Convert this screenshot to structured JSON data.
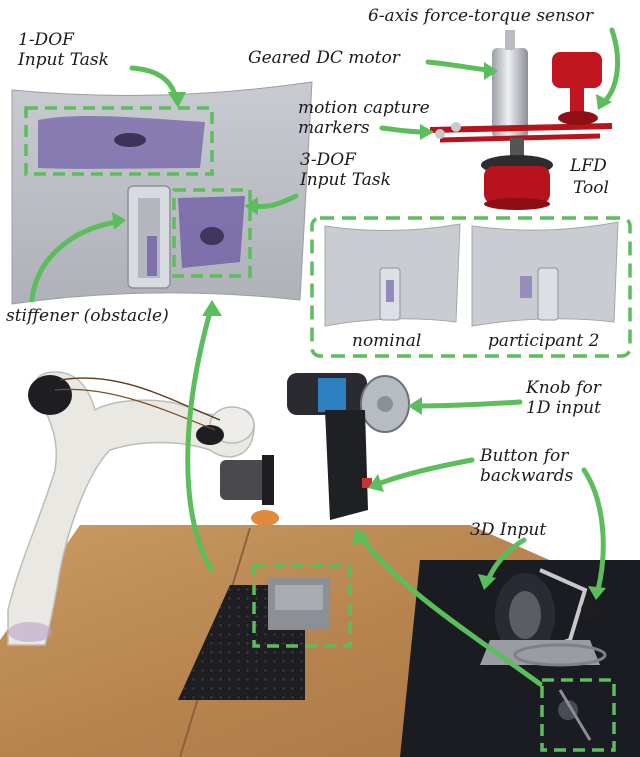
{
  "labels": {
    "one_dof_task": [
      "1-DOF",
      "Input Task"
    ],
    "three_dof_task": [
      "3-DOF",
      "Input Task"
    ],
    "force_torque_sensor": "6-axis force-torque sensor",
    "geared_motor": "Geared DC motor",
    "mocap_markers": [
      "motion capture",
      "markers"
    ],
    "lfd_tool": [
      "LFD",
      "Tool"
    ],
    "stiffener": "stiffener (obstacle)",
    "nominal": "nominal",
    "participant": "participant 2",
    "knob": [
      "Knob for",
      "1D input"
    ],
    "button": [
      "Button for",
      "backwards"
    ],
    "three_d_input": "3D Input"
  },
  "colors": {
    "highlight_green": "#5cbd5c",
    "marker_purple": "#5a3f9e",
    "tool_red": "#b8121c",
    "table_wood": "#b98a55",
    "plate_black": "#1e1e22",
    "robot_white": "#e9e8e3",
    "background": "#ffffff"
  }
}
